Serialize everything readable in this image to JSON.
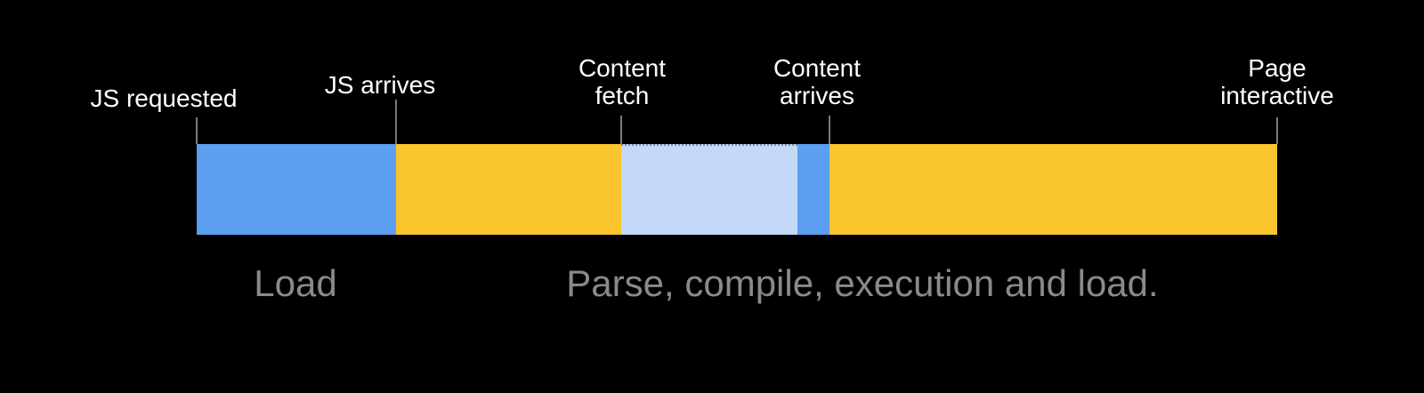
{
  "colors": {
    "background": "#000000",
    "blue": "#5C9EEF",
    "yellow": "#FBC52D",
    "light_blue": "#C4D9F8",
    "milestone_text": "#FFFFFF",
    "phase_text": "#8A8A8A",
    "tick": "#7A7A7A"
  },
  "timeline": {
    "milestones": [
      {
        "id": "js-requested",
        "label": "JS requested"
      },
      {
        "id": "js-arrives",
        "label": "JS arrives"
      },
      {
        "id": "content-fetch",
        "label": "Content\nfetch"
      },
      {
        "id": "content-arrives",
        "label": "Content\narrives"
      },
      {
        "id": "page-interactive",
        "label": "Page\ninteractive"
      }
    ],
    "segments": [
      {
        "id": "js-load",
        "color_key": "blue"
      },
      {
        "id": "parse-compile",
        "color_key": "yellow"
      },
      {
        "id": "content-fetch",
        "color_key": "light_blue"
      },
      {
        "id": "content-load",
        "color_key": "blue"
      },
      {
        "id": "execution",
        "color_key": "yellow"
      }
    ],
    "phases": [
      {
        "id": "load",
        "label": "Load"
      },
      {
        "id": "parse",
        "label": "Parse, compile, execution and load."
      }
    ]
  }
}
